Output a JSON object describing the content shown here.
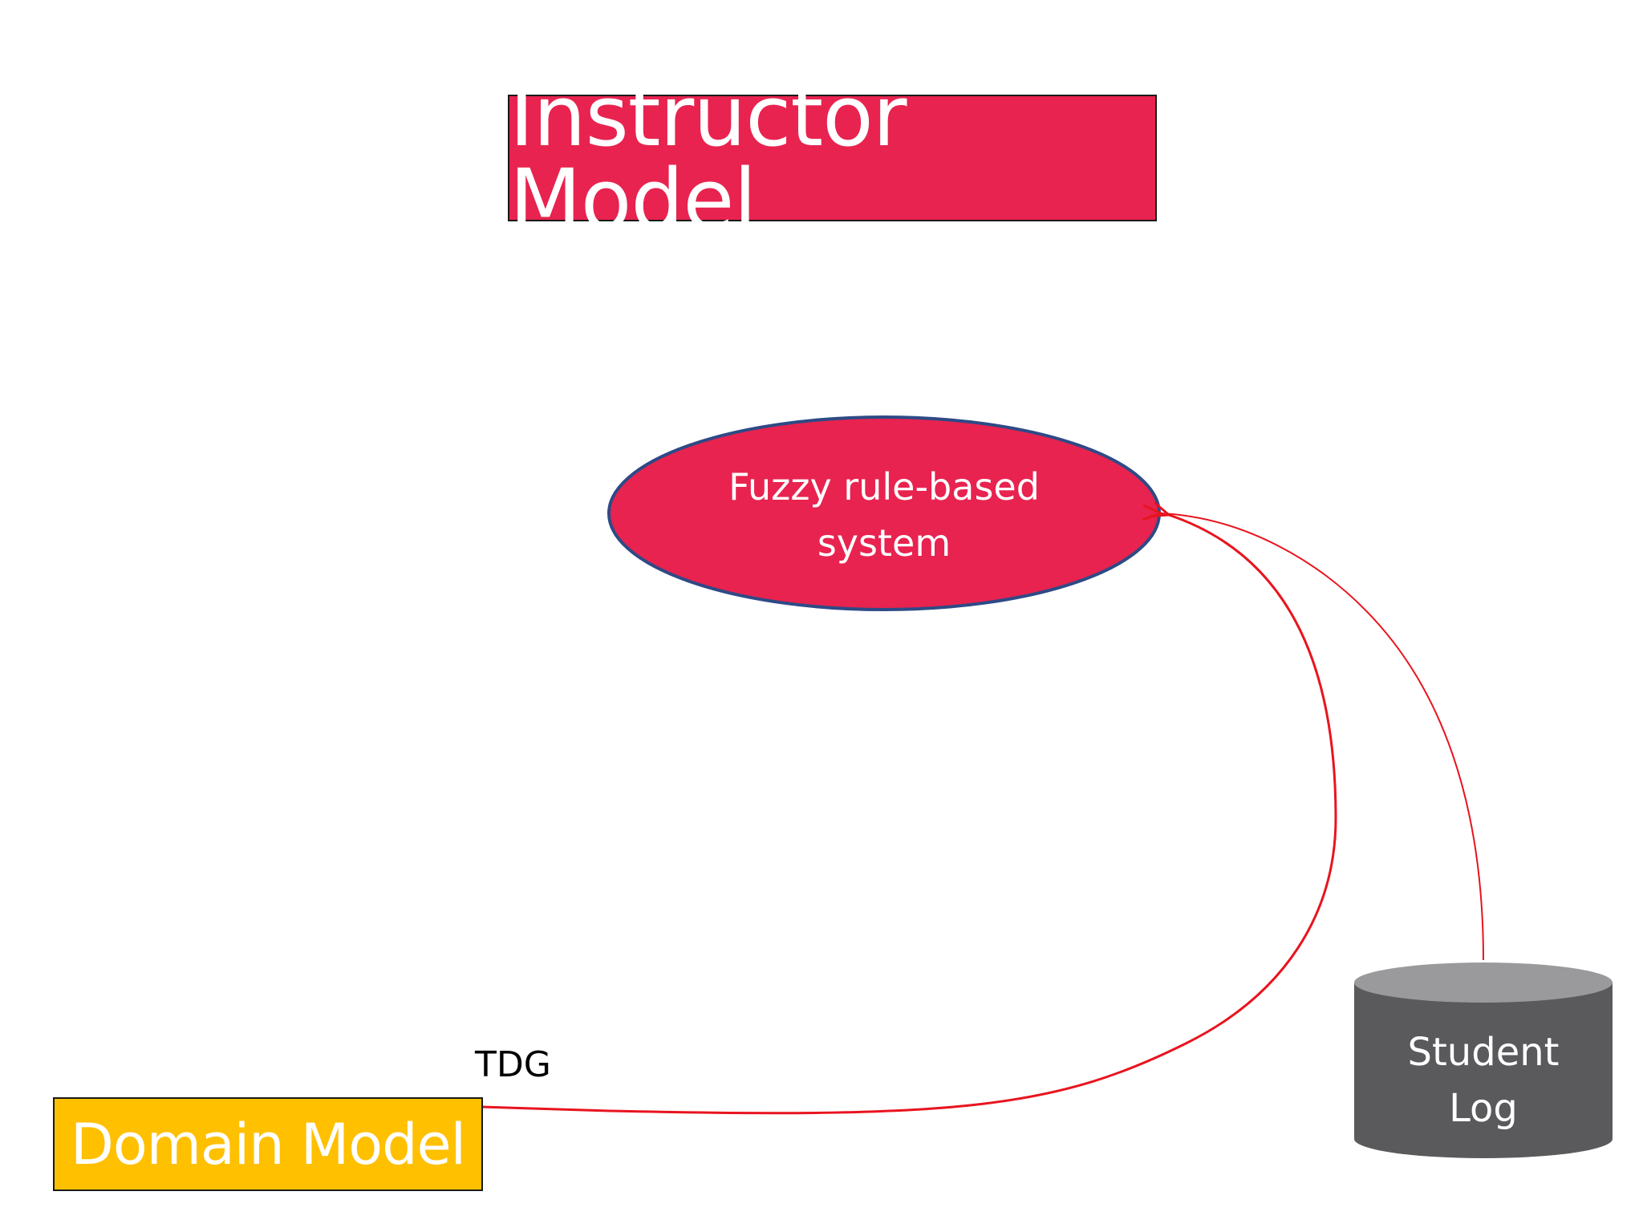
{
  "title": "Instructor Model",
  "nodes": {
    "fuzzy_system": {
      "line1": "Fuzzy rule-based",
      "line2": "system"
    },
    "student_log": {
      "line1": "Student",
      "line2": "Log"
    },
    "domain_model": {
      "label": "Domain Model"
    }
  },
  "edges": {
    "domain_to_fuzzy": {
      "label": "TDG"
    }
  },
  "colors": {
    "title_fill": "#e8234f",
    "ellipse_fill": "#e8234f",
    "ellipse_stroke": "#2e4a86",
    "domain_fill": "#ffc000",
    "cylinder_body": "#5a5a5c",
    "cylinder_top": "#9a9a9d",
    "arrow": "#e8141e"
  }
}
